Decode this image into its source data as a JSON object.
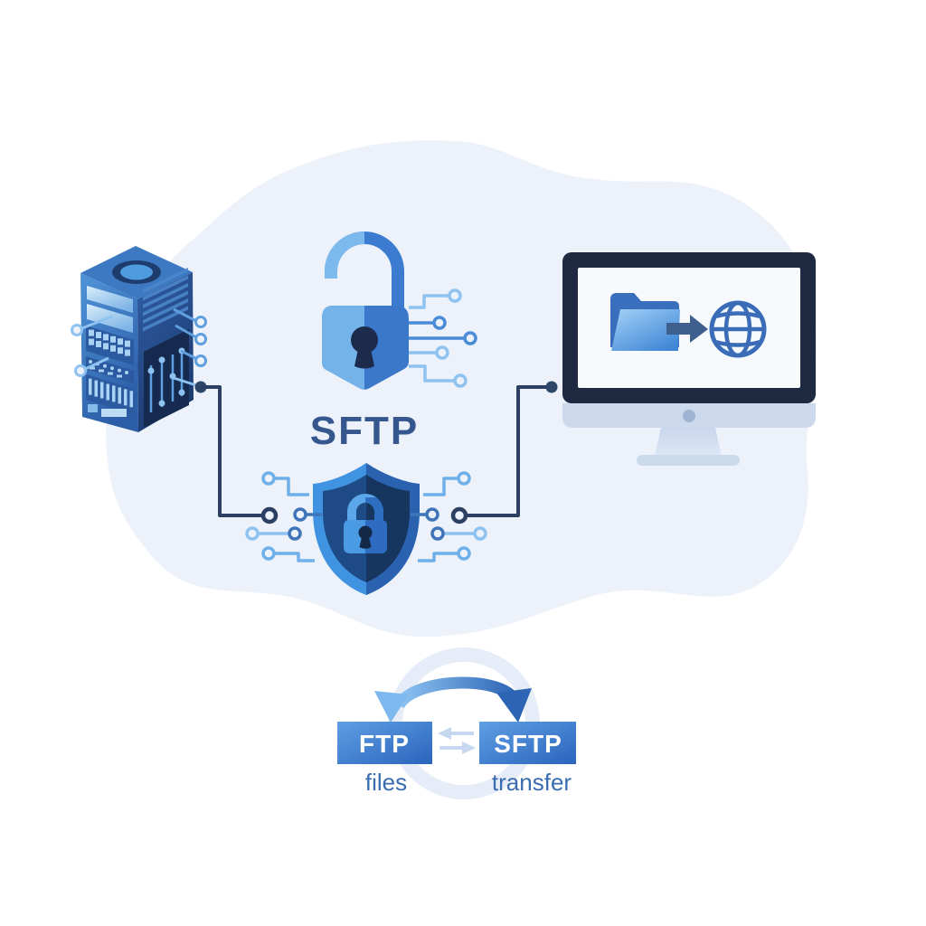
{
  "labels": {
    "protocol": "SFTP"
  },
  "comparison": {
    "left": {
      "box": "FTP",
      "caption": "files"
    },
    "right": {
      "box": "SFTP",
      "caption": "transfer"
    }
  },
  "icons": [
    "server-icon",
    "open-padlock-icon",
    "circuit-trace-icon",
    "shield-lock-icon",
    "monitor-icon",
    "folder-icon",
    "transfer-arrow-icon",
    "globe-icon",
    "curved-exchange-arrow-icon",
    "swap-arrows-icon"
  ],
  "colors": {
    "background": "#ffffff",
    "blob": "#ecf1fa",
    "primary_blue": "#3b78ca",
    "light_blue": "#7cb9ed",
    "navy_dark": "#1c2b4c",
    "connector": "#2b3f63",
    "heading": "#35578e",
    "caption": "#3a6cb0",
    "box_gradient_start": "#5f9fe4",
    "box_gradient_end": "#2b64bc"
  }
}
